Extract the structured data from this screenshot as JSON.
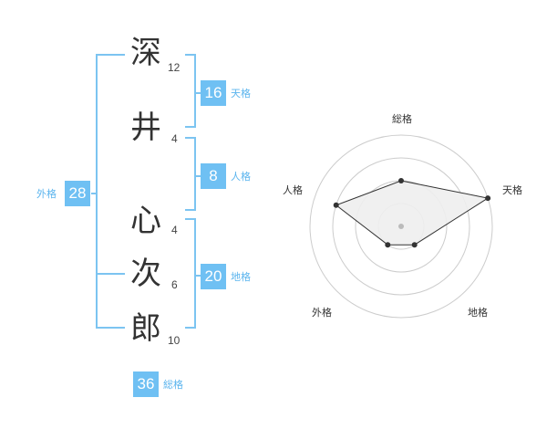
{
  "name": {
    "characters": [
      {
        "char": "深",
        "strokes": "12"
      },
      {
        "char": "井",
        "strokes": "4"
      },
      {
        "char": "心",
        "strokes": "4"
      },
      {
        "char": "次",
        "strokes": "6"
      },
      {
        "char": "郎",
        "strokes": "10"
      }
    ]
  },
  "fortune": {
    "tenkaku": {
      "value": "16",
      "label": "天格"
    },
    "jinkaku": {
      "value": "8",
      "label": "人格"
    },
    "chikaku": {
      "value": "20",
      "label": "地格"
    },
    "gaikaku": {
      "value": "28",
      "label": "外格"
    },
    "soukaku": {
      "value": "36",
      "label": "総格"
    }
  },
  "chart_data": {
    "type": "radar",
    "axes": [
      "総格",
      "天格",
      "地格",
      "外格",
      "人格"
    ],
    "rings": 4,
    "values": [
      2,
      4,
      1,
      1,
      3
    ],
    "max": 4,
    "colors": {
      "fill": "#eeeeee",
      "stroke": "#333333",
      "grid": "#cccccc",
      "point": "#333333",
      "center": "#bbbbbb"
    }
  },
  "colors": {
    "accent": "#6fc0f3",
    "bracket": "#7cc4f1"
  }
}
